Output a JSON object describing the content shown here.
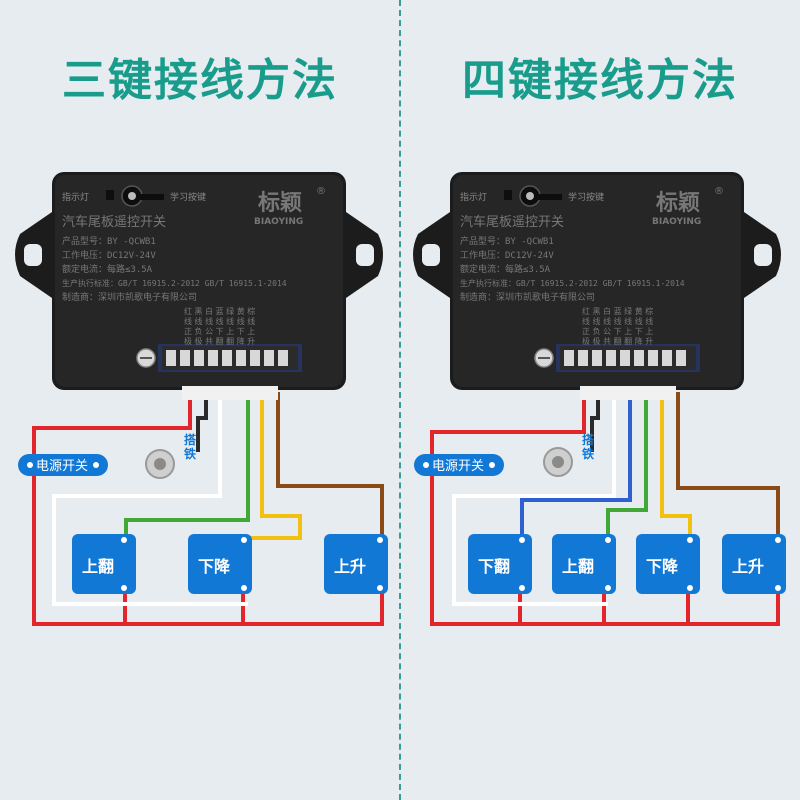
{
  "titles": {
    "left": "三键接线方法",
    "right": "四键接线方法"
  },
  "module": {
    "indicator": "指示灯",
    "learn_button": "学习按键",
    "brand_cn": "标颖",
    "brand_en": "BIAOYING",
    "registered": "®",
    "product_name": "汽车尾板遥控开关",
    "model": "产品型号：BY -QCWB1",
    "voltage": "工作电压：DC12V-24V",
    "current": "额定电流：每路≤3.5A",
    "standard": "生产执行标准：GB/T 16915.2-2012  GB/T 16915.1-2014",
    "maker": "制造商：深圳市凯歌电子有限公司",
    "wire_table": [
      "红 黑 白 蓝 绿 黄 棕",
      "线 线 线 线 线 线 线",
      "正 负 公 下 上 下 上",
      "极 极 共 翻 翻 降 升"
    ]
  },
  "labels": {
    "power_switch": "电源开关",
    "ground": "搭铁",
    "flip_up": "上翻",
    "flip_down": "下翻",
    "lower": "下降",
    "raise": "上升"
  },
  "colors": {
    "red": "#e3262b",
    "black": "#2a2a2a",
    "white": "#ffffff",
    "blue": "#2f5fd0",
    "green": "#41a735",
    "yellow": "#f2c00e",
    "brown": "#8a4b16",
    "button_blue": "#1278d6",
    "title_teal": "#1a9c8c"
  }
}
